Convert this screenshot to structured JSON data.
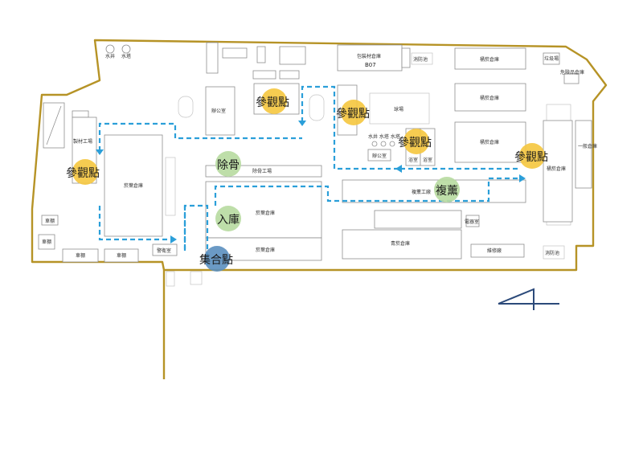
{
  "colors": {
    "boundary": "#b69326",
    "route": "#2b9fd9",
    "viewpoint": "#f5c842",
    "process": "#b9dba2",
    "gathering": "#5b8fbf",
    "north_mark": "#2c4a7a"
  },
  "points": {
    "viewpoint_1": "參觀點",
    "viewpoint_2": "參觀點",
    "viewpoint_3": "參觀點",
    "viewpoint_4": "參觀點",
    "viewpoint_5": "參觀點",
    "deboning": "除骨",
    "storage": "入庫",
    "redrying": "複薰",
    "gathering": "集合點"
  },
  "labels": {
    "well": "水井",
    "tower": "水塔",
    "office_1": "辦公室",
    "packaging_store": "包裝材倉庫",
    "packaging_code": "B07",
    "fire_pool_1": "消防池",
    "leaf_store_top": "桶菸倉庫",
    "hangar": "垃圾場",
    "hazard_store": "危險品倉庫",
    "material_factory": "製材工場",
    "leaf_store_big": "菸葉倉庫",
    "ball_field": "球場",
    "well_tower_2": "水井 水塔 水塔",
    "office_2": "辦公室",
    "bath_1": "浴室",
    "bath_2": "浴室",
    "leaf_store_mid_right": "桶菸倉庫",
    "leaf_store_mid_right_2": "桶菸倉庫",
    "general_store": "一般倉庫",
    "leaf_store_far_right": "桶菸倉庫",
    "deboning_factory": "除骨工場",
    "leaf_store_center_1": "菸葉倉庫",
    "redry_factory": "複薰工廠",
    "leaf_store_center_2": "菸葉倉庫",
    "green_store": "青菸倉庫",
    "electric_room": "電器室",
    "repair_shop": "維修廠",
    "fire_pool_2": "消防池",
    "garage_1": "車棚",
    "garage_2": "車棚",
    "garage_3": "車棚",
    "garage_4": "車棚",
    "guard_room": "警衛室"
  }
}
